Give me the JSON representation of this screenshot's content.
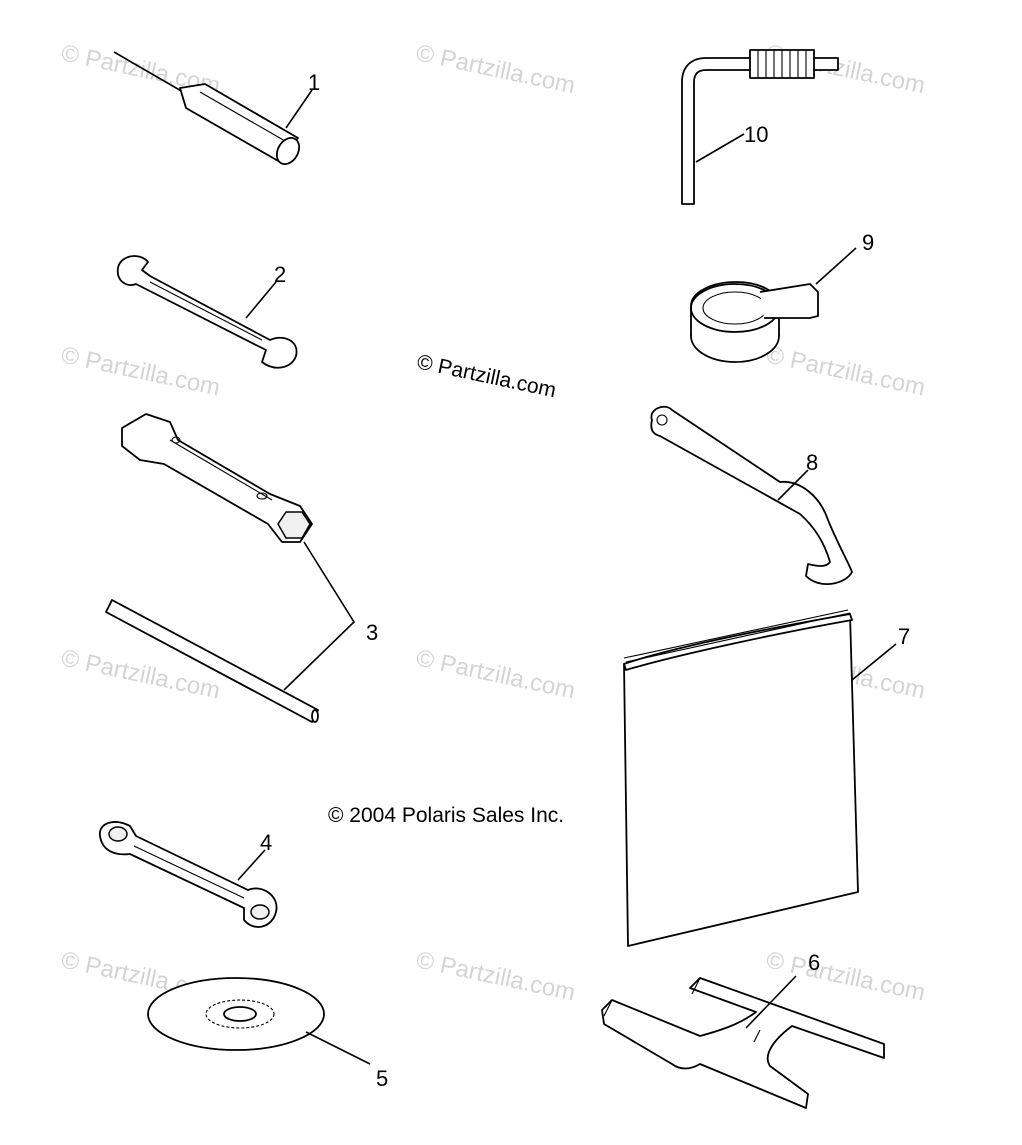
{
  "watermark": {
    "text": "© Partzilla.com",
    "color": "#d4d4d4"
  },
  "center_mark": "© Partzilla.com",
  "copyright": "© 2004 Polaris Sales Inc.",
  "callouts": [
    "1",
    "2",
    "3",
    "4",
    "5",
    "6",
    "7",
    "8",
    "9",
    "10"
  ]
}
